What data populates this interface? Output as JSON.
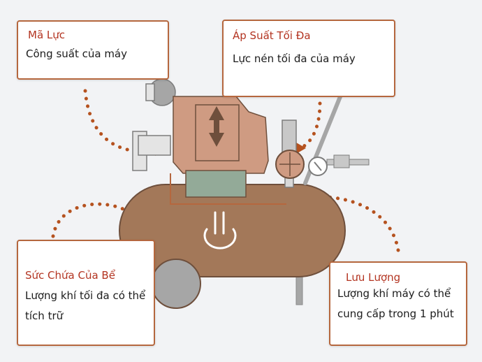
{
  "colors": {
    "accent": "#b33421",
    "dots": "#b5521f",
    "tank": "#a37859",
    "motor": "#cf9b82",
    "gray": "#a6a6a6",
    "green": "#93aa98",
    "outline": "#6e4f3c"
  },
  "labels": {
    "horsepower": {
      "title": "Mã Lực",
      "desc": "Công suất của máy"
    },
    "max_pressure": {
      "title": "Áp Suất Tối Đa",
      "desc": "Lực nén tối đa của máy"
    },
    "tank_capacity": {
      "title": "Sức Chứa Của Bể",
      "desc": "Lượng khí tối đa có thể tích trữ"
    },
    "flow_rate": {
      "title": "Lưu Lượng",
      "desc": "Lượng khí máy có thể cung cấp trong 1 phút"
    }
  },
  "icons": [
    "power-icon",
    "up-down-arrow-icon",
    "pressure-gauge-icon"
  ]
}
